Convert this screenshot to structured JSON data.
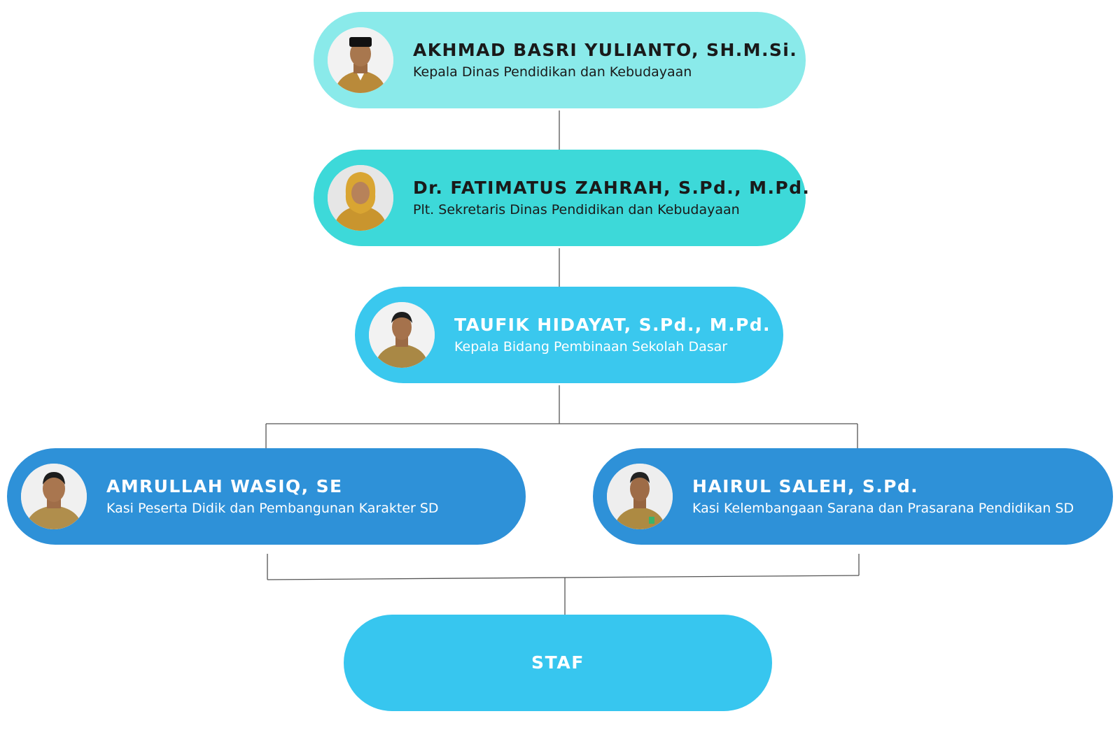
{
  "nodes": {
    "kadis": {
      "name": "AKHMAD BASRI YULIANTO, SH.M.Si.",
      "role": "Kepala Dinas Pendidikan dan Kebudayaan",
      "color": "#8aeaea"
    },
    "sekretaris": {
      "name": "Dr. FATIMATUS ZAHRAH, S.Pd., M.Pd.",
      "role": "Plt. Sekretaris Dinas Pendidikan dan Kebudayaan",
      "color": "#3dd9d9"
    },
    "kabid": {
      "name": "TAUFIK HIDAYAT, S.Pd., M.Pd.",
      "role": "Kepala Bidang Pembinaan Sekolah Dasar",
      "color": "#3ac8ee"
    },
    "kasi_1": {
      "name": "AMRULLAH WASIQ, SE",
      "role": "Kasi Peserta Didik dan Pembangunan Karakter SD",
      "color": "#2e91d8"
    },
    "kasi_2": {
      "name": "HAIRUL SALEH, S.Pd.",
      "role": "Kasi Kelembangaan Sarana dan Prasarana Pendidikan SD",
      "color": "#2e91d8"
    },
    "staf": {
      "label": "STAF",
      "color": "#37c6ef"
    }
  }
}
